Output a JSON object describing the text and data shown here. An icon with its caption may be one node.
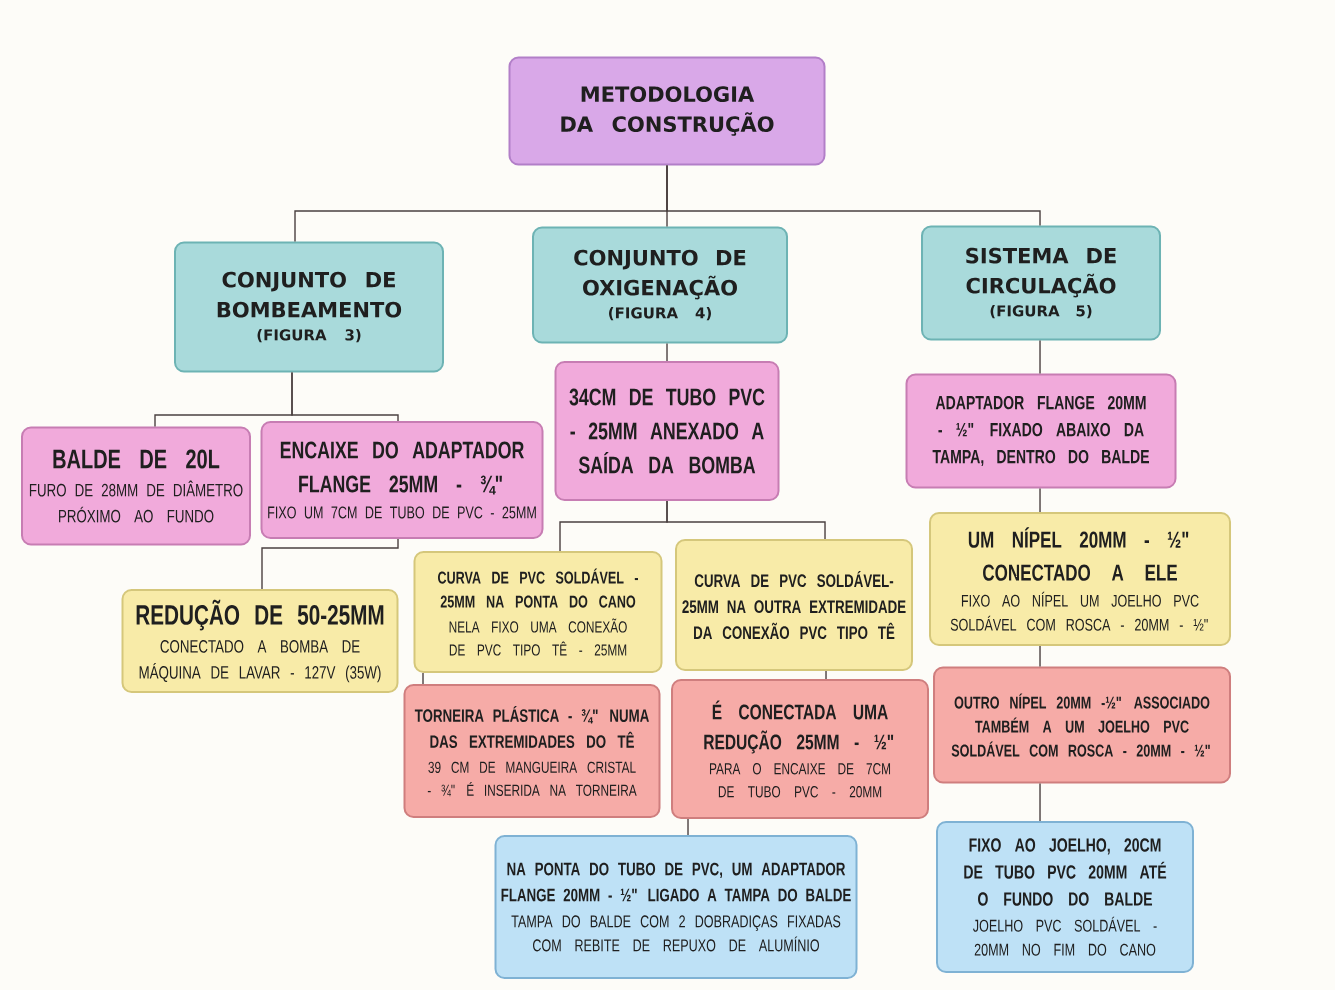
{
  "diagram": {
    "nodes": [
      {
        "text": [
          "METODOLOGIA DA CONSTRUÇÃO"
        ]
      },
      {
        "text": [
          "CONJUNTO DE BOMBEAMENTO",
          "(FIGURA 3)"
        ]
      },
      {
        "text": [
          "CONJUNTO DE OXIGENAÇÃO",
          "(FIGURA 4)"
        ]
      },
      {
        "text": [
          "SISTEMA DE CIRCULAÇÃO",
          "(FIGURA 5)"
        ]
      },
      {
        "text": [
          "BALDE DE 20L",
          "FURO DE 28MM DE DIÂMETRO PRÓXIMO AO FUNDO"
        ]
      },
      {
        "text": [
          "ENCAIXE DO ADAPTADOR FLANGE 25MM - ¾\"",
          "FIXO UM 7CM DE TUBO DE PVC - 25MM"
        ]
      },
      {
        "text": [
          "REDUÇÃO DE 50-25MM",
          "CONECTADO A BOMBA DE MÁQUINA DE LAVAR - 127V (35W)"
        ]
      },
      {
        "text": [
          "34CM DE TUBO PVC - 25MM ANEXADO A SAÍDA DA BOMBA"
        ]
      },
      {
        "text": [
          "CURVA DE PVC SOLDÁVEL - 25MM NA PONTA DO CANO",
          "NELA FIXO UMA CONEXÃO DE PVC TIPO TÊ  - 25MM"
        ]
      },
      {
        "text": [
          "CURVA DE PVC SOLDÁVEL- 25MM NA OUTRA EXTREMIDADE DA CONEXÃO PVC TIPO TÊ"
        ]
      },
      {
        "text": [
          "TORNEIRA PLÁSTICA - ¾\" NUMA DAS EXTREMIDADES DO TÊ",
          "39 CM DE MANGUEIRA CRISTAL - ¾\" É INSERIDA NA TORNEIRA"
        ]
      },
      {
        "text": [
          "É CONECTADA UMA REDUÇÃO 25MM - ½\"",
          "PARA O ENCAIXE DE 7CM DE TUBO PVC - 20MM"
        ]
      },
      {
        "text": [
          "NA PONTA DO TUBO DE PVC, UM ADAPTADOR FLANGE 20MM - ½\" LIGADO A TAMPA DO BALDE",
          "TAMPA DO BALDE COM 2 DOBRADIÇAS FIXADAS COM REBITE DE REPUXO DE ALUMÍNIO"
        ]
      },
      {
        "text": [
          "ADAPTADOR FLANGE 20MM - ½\" FIXADO ABAIXO DA TAMPA, DENTRO DO BALDE"
        ]
      },
      {
        "text": [
          "UM NÍPEL 20MM - ½\" CONECTADO A ELE",
          "FIXO AO NÍPEL UM JOELHO PVC SOLDÁVEL COM ROSCA - 20MM - ½\""
        ]
      },
      {
        "text": [
          "OUTRO NÍPEL 20MM -½\" ASSOCIADO TAMBÉM A UM JOELHO PVC SOLDÁVEL COM ROSCA - 20MM - ½\""
        ]
      },
      {
        "text": [
          "FIXO AO JOELHO, 20CM DE TUBO PVC 20MM ATÉ O FUNDO DO BALDE",
          "JOELHO PVC SOLDÁVEL - 20MM NO FIM DO CANO"
        ]
      }
    ],
    "edges": [
      {
        "from": 0,
        "to": 1,
        "arrow": "none"
      },
      {
        "from": 0,
        "to": 2,
        "arrow": "none"
      },
      {
        "from": 0,
        "to": 3,
        "arrow": "none"
      },
      {
        "from": 1,
        "to": 4,
        "arrow": "none"
      },
      {
        "from": 1,
        "to": 5,
        "arrow": "none"
      },
      {
        "from": 5,
        "to": 6,
        "arrow": "none"
      },
      {
        "from": 2,
        "to": 7,
        "arrow": "none"
      },
      {
        "from": 7,
        "to": 8,
        "arrow": "none"
      },
      {
        "from": 7,
        "to": 9,
        "arrow": "none"
      },
      {
        "from": 8,
        "to": 10,
        "arrow": "none"
      },
      {
        "from": 9,
        "to": 11,
        "arrow": "none"
      },
      {
        "from": 11,
        "to": 12,
        "arrow": "none"
      },
      {
        "from": 3,
        "to": 13,
        "arrow": "none"
      },
      {
        "from": 13,
        "to": 14,
        "arrow": "none"
      },
      {
        "from": 14,
        "to": 15,
        "arrow": "none"
      },
      {
        "from": 15,
        "to": 16,
        "arrow": "none"
      }
    ]
  }
}
